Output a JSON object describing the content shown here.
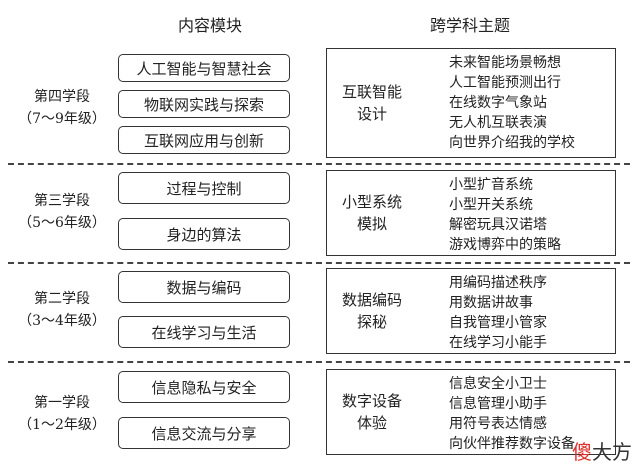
{
  "headers": {
    "content": "内容模块",
    "theme": "跨学科主题"
  },
  "stages": [
    {
      "name": "第四学段",
      "grade": "（7～9年级）",
      "modules": [
        "人工智能与智慧社会",
        "物联网实践与探索",
        "互联网应用与创新"
      ],
      "theme": [
        "互联智能",
        "设计"
      ],
      "items": [
        "未来智能场景畅想",
        "人工智能预测出行",
        "在线数字气象站",
        "无人机互联表演",
        "向世界介绍我的学校"
      ]
    },
    {
      "name": "第三学段",
      "grade": "（5～6年级）",
      "modules": [
        "过程与控制",
        "身边的算法"
      ],
      "theme": [
        "小型系统",
        "模拟"
      ],
      "items": [
        "小型扩音系统",
        "小型开关系统",
        "解密玩具汉诺塔",
        "游戏博弈中的策略"
      ]
    },
    {
      "name": "第二学段",
      "grade": "（3～4年级）",
      "modules": [
        "数据与编码",
        "在线学习与生活"
      ],
      "theme": [
        "数据编码",
        "探秘"
      ],
      "items": [
        "用编码描述秩序",
        "用数据讲故事",
        "自我管理小管家",
        "在线学习小能手"
      ]
    },
    {
      "name": "第一学段",
      "grade": "（1～2年级）",
      "modules": [
        "信息隐私与安全",
        "信息交流与分享"
      ],
      "theme": [
        "数字设备",
        "体验"
      ],
      "items": [
        "信息安全小卫士",
        "信息管理小助手",
        "用符号表达情感",
        "向伙伴推荐数字设备"
      ]
    }
  ],
  "watermark": {
    "part1": "傻",
    "part2": "大方"
  }
}
